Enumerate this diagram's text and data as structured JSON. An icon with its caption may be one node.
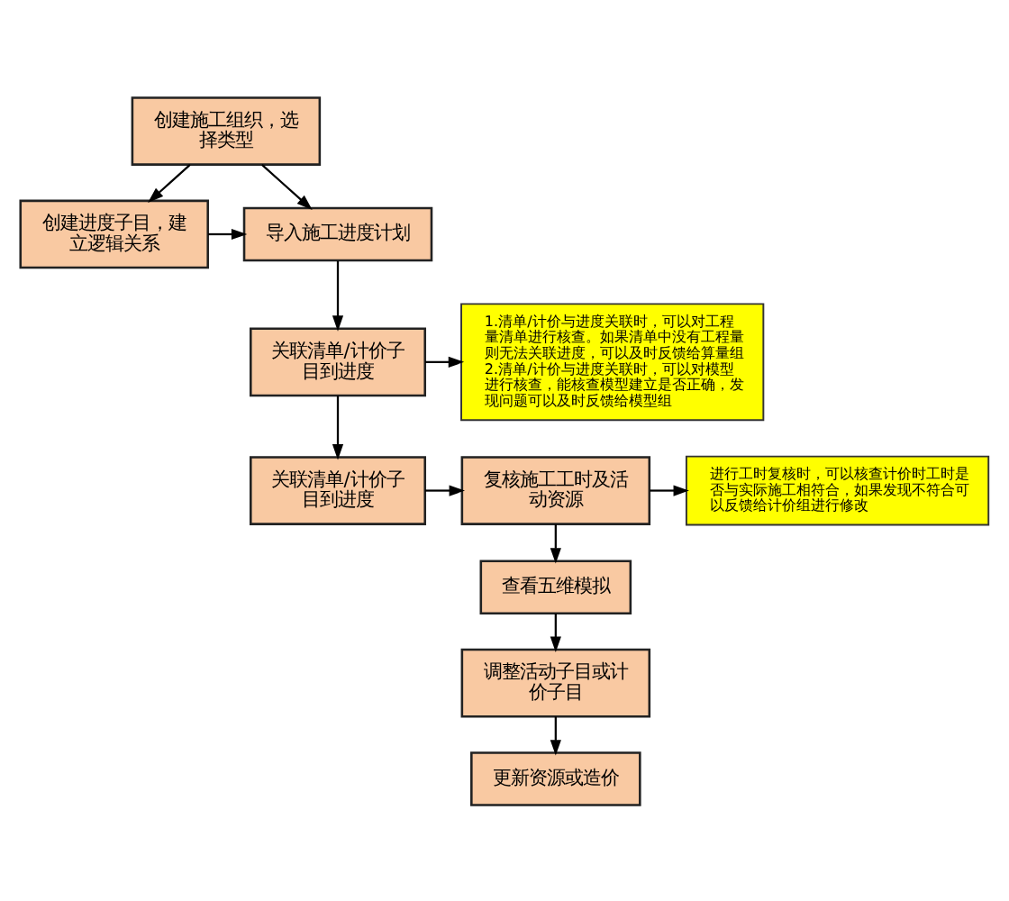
{
  "diagram": {
    "nodes": [
      {
        "text": [
          "创建施工组织，选择类型"
        ]
      },
      {
        "text": [
          "创建进度子目，建立逻辑关系"
        ]
      },
      {
        "text": [
          "导入施工进度计划"
        ]
      },
      {
        "text": [
          "关联清单/计价子目到进度"
        ]
      },
      {
        "text": [
          "1.清单/计价与进度关联时，可以对工程量清单进行核查。如果清单中没有工程量则无法关联进度，可以及时反馈给算量组",
          "2.清单/计价与进度关联时，可以对模型进行核查，能核查模型建立是否正确，发现问题可以及时反馈给模型组"
        ]
      },
      {
        "text": [
          "关联清单/计价子目到进度"
        ]
      },
      {
        "text": [
          "复核施工工时及活动资源"
        ]
      },
      {
        "text": [
          "进行工时复核时，可以核查计价时工时是否与实际施工相符合，如果发现不符合可以反馈给计价组进行修改"
        ]
      },
      {
        "text": [
          "查看五维模拟"
        ]
      },
      {
        "text": [
          "调整活动子目或计价子目"
        ]
      },
      {
        "text": [
          "更新资源或造价"
        ]
      }
    ],
    "edges": [
      {
        "from": 0,
        "to": 1,
        "arrow": "to"
      },
      {
        "from": 0,
        "to": 2,
        "arrow": "to"
      },
      {
        "from": 1,
        "to": 2,
        "arrow": "to"
      },
      {
        "from": 2,
        "to": 3,
        "arrow": "to"
      },
      {
        "from": 3,
        "to": 4,
        "arrow": "to"
      },
      {
        "from": 3,
        "to": 5,
        "arrow": "to"
      },
      {
        "from": 5,
        "to": 6,
        "arrow": "to"
      },
      {
        "from": 6,
        "to": 7,
        "arrow": "to"
      },
      {
        "from": 6,
        "to": 8,
        "arrow": "to"
      },
      {
        "from": 8,
        "to": 9,
        "arrow": "to"
      },
      {
        "from": 9,
        "to": 10,
        "arrow": "to"
      }
    ]
  }
}
